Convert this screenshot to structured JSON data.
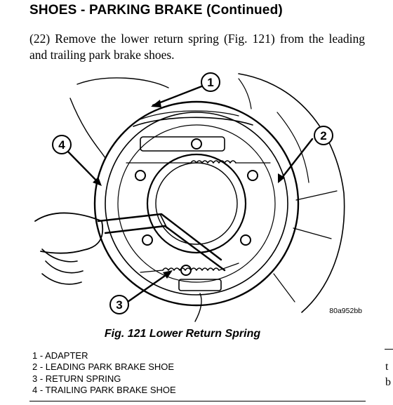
{
  "heading": "SHOES - PARKING BRAKE (Continued)",
  "step_text": "(22) Remove the lower return spring (Fig. 121) from the leading and trailing park brake shoes.",
  "figure": {
    "callouts": [
      "1",
      "2",
      "3",
      "4"
    ],
    "code": "80a952bb"
  },
  "caption": "Fig. 121 Lower Return Spring",
  "legend": [
    "1 - ADAPTER",
    "2 - LEADING PARK BRAKE SHOE",
    "3 - RETURN SPRING",
    "4 - TRAILING PARK BRAKE SHOE"
  ],
  "margin_fragments": [
    "t",
    "b"
  ]
}
